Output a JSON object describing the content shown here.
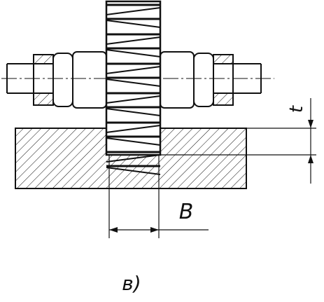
{
  "labels": {
    "width_dimension": "B",
    "depth_dimension": "t",
    "figure_caption": "в)"
  },
  "colors": {
    "ink": "#111111",
    "background": "#ffffff"
  }
}
